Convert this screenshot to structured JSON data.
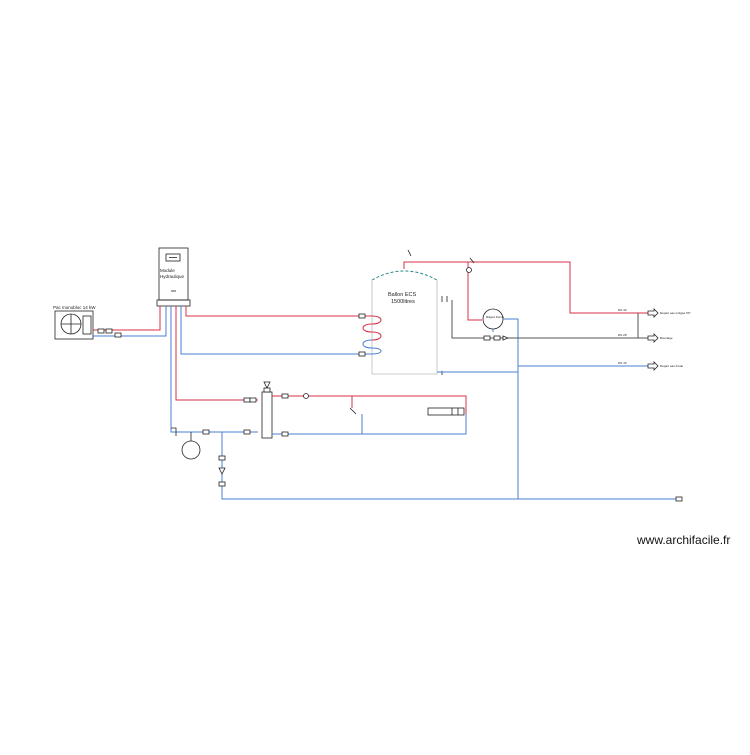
{
  "diagram": {
    "heat_pump_label": "Pac monobloc 14 kW",
    "hydraulic_module_label_1": "Module",
    "hydraulic_module_label_2": "Hydraulique",
    "tank_label_1": "Ballon ECS",
    "tank_label_2": "1500litres",
    "dn_label_1": "DN 40",
    "dn_label_2": "DN 28",
    "dn_label_3": "DN 40",
    "outlet_1": "Départ eau mitigée 50°",
    "outlet_2": "Bouclage",
    "outlet_3": "Départ eau froide",
    "mixing_valve_label": "Mitigeur thermo"
  },
  "watermark": "www.archifacile.fr",
  "colors": {
    "hot_water": "#d9324a",
    "cold_water": "#4a7fd1",
    "return_loop": "#555555"
  }
}
